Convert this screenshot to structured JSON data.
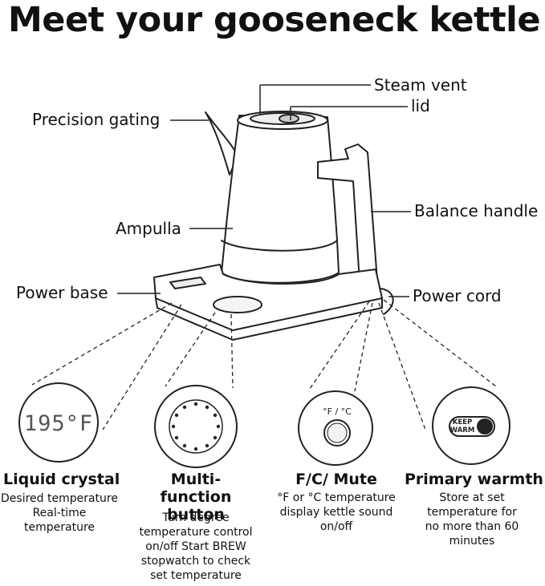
{
  "title": "Meet your gooseneck kettle",
  "parts": {
    "steam_vent": "Steam vent",
    "lid": "lid",
    "precision_gating": "Precision gating",
    "balance_handle": "Balance handle",
    "ampulla": "Ampulla",
    "power_base": "Power base",
    "power_cord": "Power cord"
  },
  "features": [
    {
      "title": "Liquid crystal",
      "desc": "Desired temperature Real-time temperature",
      "display": "195°F"
    },
    {
      "title": "Multi-function button",
      "desc": "Turn degree temperature control on/off Start BREW stopwatch to check set temperature"
    },
    {
      "title": "F/C/ Mute",
      "desc": "°F or °C temperature display kettle sound on/off",
      "icon_label": "°F / °C"
    },
    {
      "title": "Primary warmth",
      "desc": "Store at set temperature for no more than 60 minutes",
      "icon_label_1": "KEEP",
      "icon_label_2": "WARM"
    }
  ]
}
